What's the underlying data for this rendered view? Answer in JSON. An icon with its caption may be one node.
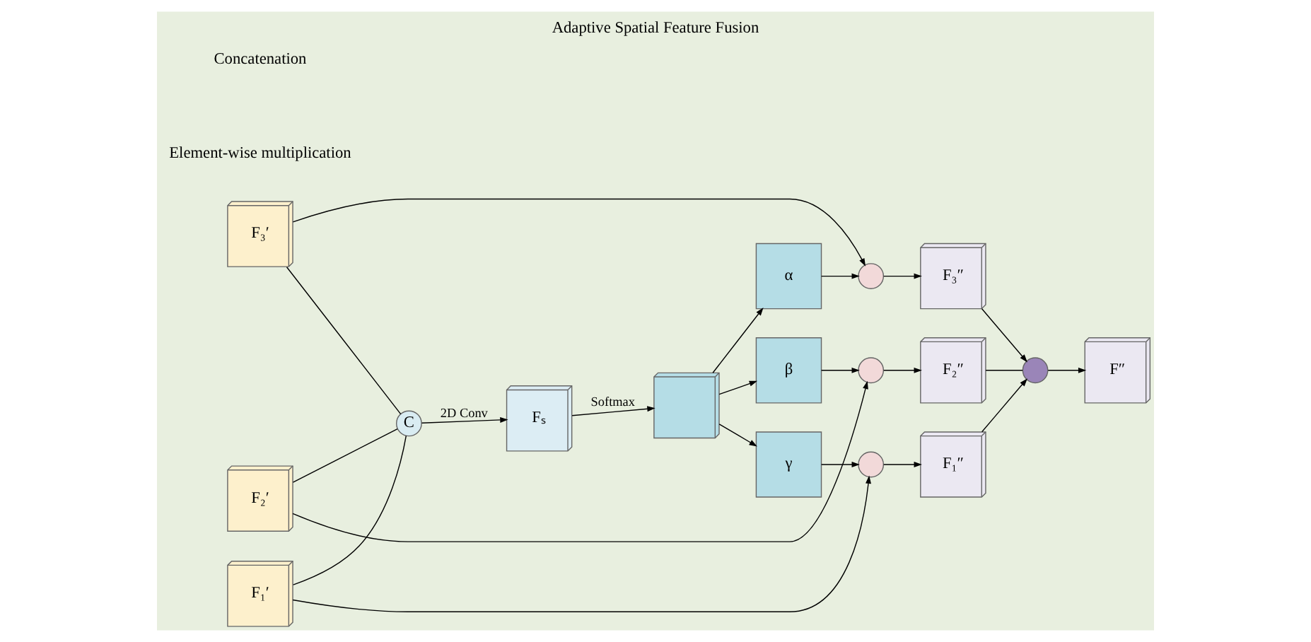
{
  "diagram": {
    "title": "Adaptive Spatial Feature Fusion",
    "nodes": [
      {
        "text": [
          "F₃′"
        ]
      },
      {
        "text": [
          "F₂′"
        ]
      },
      {
        "text": [
          "F₁′"
        ]
      },
      {
        "text": [
          "C"
        ]
      },
      {
        "text": [
          "Fₛ"
        ]
      },
      {
        "text": [],
        "shape": "cube"
      },
      {
        "text": [
          "α"
        ]
      },
      {
        "text": [
          "β"
        ]
      },
      {
        "text": [
          "γ"
        ]
      },
      {
        "text": [],
        "shape": "circle"
      },
      {
        "text": [],
        "shape": "circle"
      },
      {
        "text": [],
        "shape": "circle"
      },
      {
        "text": [
          "F₃″"
        ]
      },
      {
        "text": [
          "F₂″"
        ]
      },
      {
        "text": [
          "F₁″"
        ]
      },
      {
        "text": [],
        "shape": "circle"
      },
      {
        "text": [
          "F″"
        ]
      }
    ],
    "edges": [
      {
        "from": 0,
        "to": 3,
        "arrow": "none"
      },
      {
        "from": 1,
        "to": 3,
        "arrow": "none"
      },
      {
        "from": 2,
        "to": 3,
        "arrow": "none"
      },
      {
        "from": 0,
        "to": 9,
        "arrow": "to"
      },
      {
        "from": 1,
        "to": 10,
        "arrow": "to"
      },
      {
        "from": 2,
        "to": 11,
        "arrow": "to"
      },
      {
        "from": 3,
        "to": 4,
        "arrow": "to",
        "label": "2D Conv"
      },
      {
        "from": 4,
        "to": 5,
        "arrow": "to",
        "label": "Softmax"
      },
      {
        "from": 5,
        "to": 6,
        "arrow": "to"
      },
      {
        "from": 5,
        "to": 7,
        "arrow": "to"
      },
      {
        "from": 5,
        "to": 8,
        "arrow": "to"
      },
      {
        "from": 6,
        "to": 9,
        "arrow": "to"
      },
      {
        "from": 7,
        "to": 10,
        "arrow": "to"
      },
      {
        "from": 8,
        "to": 11,
        "arrow": "to"
      },
      {
        "from": 9,
        "to": 12,
        "arrow": "to"
      },
      {
        "from": 10,
        "to": 13,
        "arrow": "to"
      },
      {
        "from": 11,
        "to": 14,
        "arrow": "to"
      },
      {
        "from": 12,
        "to": 15,
        "arrow": "to"
      },
      {
        "from": 13,
        "to": 15,
        "arrow": "none"
      },
      {
        "from": 14,
        "to": 15,
        "arrow": "to"
      },
      {
        "from": 15,
        "to": 16,
        "arrow": "to"
      }
    ],
    "legend": [
      {
        "text": "Concatenation"
      },
      {
        "text": "Element-wise multiplication"
      }
    ]
  }
}
